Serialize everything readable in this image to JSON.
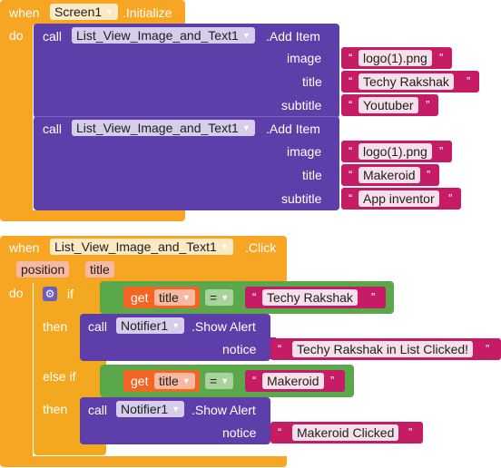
{
  "block1": {
    "when": "when",
    "component": "Screen1",
    "event": ".Initialize",
    "do": "do",
    "calls": [
      {
        "call": "call",
        "component": "List_View_Image_and_Text1",
        "method": ".Add Item",
        "params": [
          {
            "name": "image",
            "value": "logo(1).png"
          },
          {
            "name": "title",
            "value": "Techy  Rakshak"
          },
          {
            "name": "subtitle",
            "value": "Youtuber"
          }
        ]
      },
      {
        "call": "call",
        "component": "List_View_Image_and_Text1",
        "method": ".Add Item",
        "params": [
          {
            "name": "image",
            "value": "logo(1).png"
          },
          {
            "name": "title",
            "value": "Makeroid"
          },
          {
            "name": "subtitle",
            "value": "App inventor"
          }
        ]
      }
    ]
  },
  "block2": {
    "when": "when",
    "component": "List_View_Image_and_Text1",
    "event": ".Click",
    "params": [
      "position",
      "title"
    ],
    "do": "do",
    "if": "if",
    "then": "then",
    "else_if": "else if",
    "get": "get",
    "var": "title",
    "eq": "=",
    "cond1": "Techy  Rakshak",
    "cond2": "Makeroid",
    "alerts": [
      {
        "call": "call",
        "component": "Notifier1",
        "method": ".Show Alert",
        "param": "notice",
        "value": "Techy Rakshak in List Clicked!"
      },
      {
        "call": "call",
        "component": "Notifier1",
        "method": ".Show Alert",
        "param": "notice",
        "value": "Makeroid Clicked"
      }
    ]
  },
  "icons": {
    "gear": "gear-icon",
    "caret": "dropdown-caret-icon"
  },
  "colors": {
    "event": "#f6a623",
    "call": "#5e3ea8",
    "text": "#c61c66",
    "logic": "#5aa84a",
    "get": "#f26522"
  }
}
